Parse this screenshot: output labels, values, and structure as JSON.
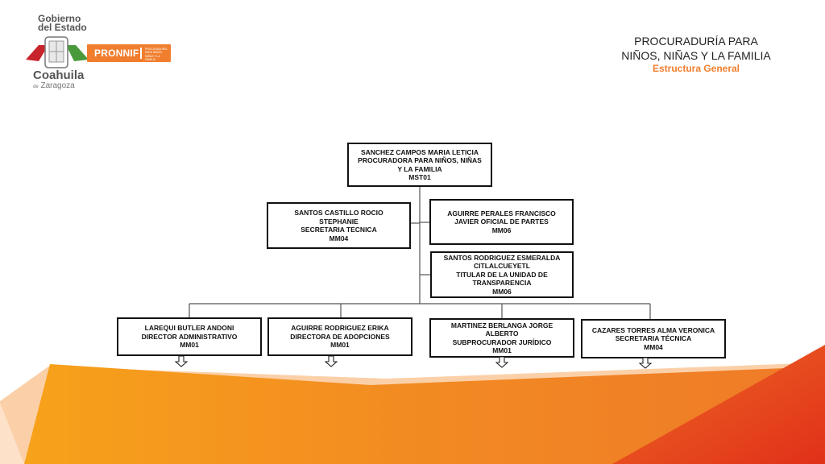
{
  "header": {
    "logo": {
      "gobierno": "Gobierno",
      "del_estado": "del Estado",
      "coahuila": "Coahuila",
      "de": "de",
      "zaragoza": "Zaragoza",
      "pronnif": "PRONNIF",
      "pronnif_tagline": "PROCURADURÍA PARA NIÑOS, NIÑAS Y LA FAMILIA"
    },
    "title_line1": "PROCURADURÍA PARA",
    "title_line2": "NIÑOS, NIÑAS Y LA FAMILIA",
    "subtitle": "Estructura General"
  },
  "colors": {
    "accent": "#f07e2e",
    "orange_light": "#f7a21b",
    "red_dark": "#e03a1a"
  },
  "org": {
    "top": {
      "lines": [
        "SANCHEZ CAMPOS MARIA LETICIA",
        "PROCURADORA PARA NIÑOS, NIÑAS",
        "Y LA FAMILIA",
        "MST01"
      ]
    },
    "santos_castillo": {
      "lines": [
        "SANTOS CASTILLO ROCIO",
        "STEPHANIE",
        "SECRETARIA TECNICA",
        "MM04"
      ]
    },
    "aguirre_perales": {
      "lines": [
        "AGUIRRE PERALES FRANCISCO",
        "JAVIER OFICIAL DE PARTES",
        "MM06"
      ]
    },
    "santos_rodriguez": {
      "lines": [
        "SANTOS RODRIGUEZ ESMERALDA",
        "CITLALCUEYETL",
        "TITULAR DE LA UNIDAD DE",
        "TRANSPARENCIA",
        "MM06"
      ]
    },
    "larequi": {
      "lines": [
        "LAREQUI BUTLER ANDONI",
        "DIRECTOR ADMINISTRATIVO",
        "MM01"
      ]
    },
    "aguirre_rodriguez": {
      "lines": [
        "AGUIRRE RODRIGUEZ ERIKA",
        "DIRECTORA DE ADOPCIONES",
        "MM01"
      ]
    },
    "martinez_berlanga": {
      "lines": [
        "MARTINEZ BERLANGA JORGE",
        "ALBERTO",
        "SUBPROCURADOR JURÍDICO",
        "MM01"
      ]
    },
    "cazares": {
      "lines": [
        "CAZARES TORRES ALMA VERONICA",
        "SECRETARIA TÉCNICA",
        "MM04"
      ]
    }
  }
}
